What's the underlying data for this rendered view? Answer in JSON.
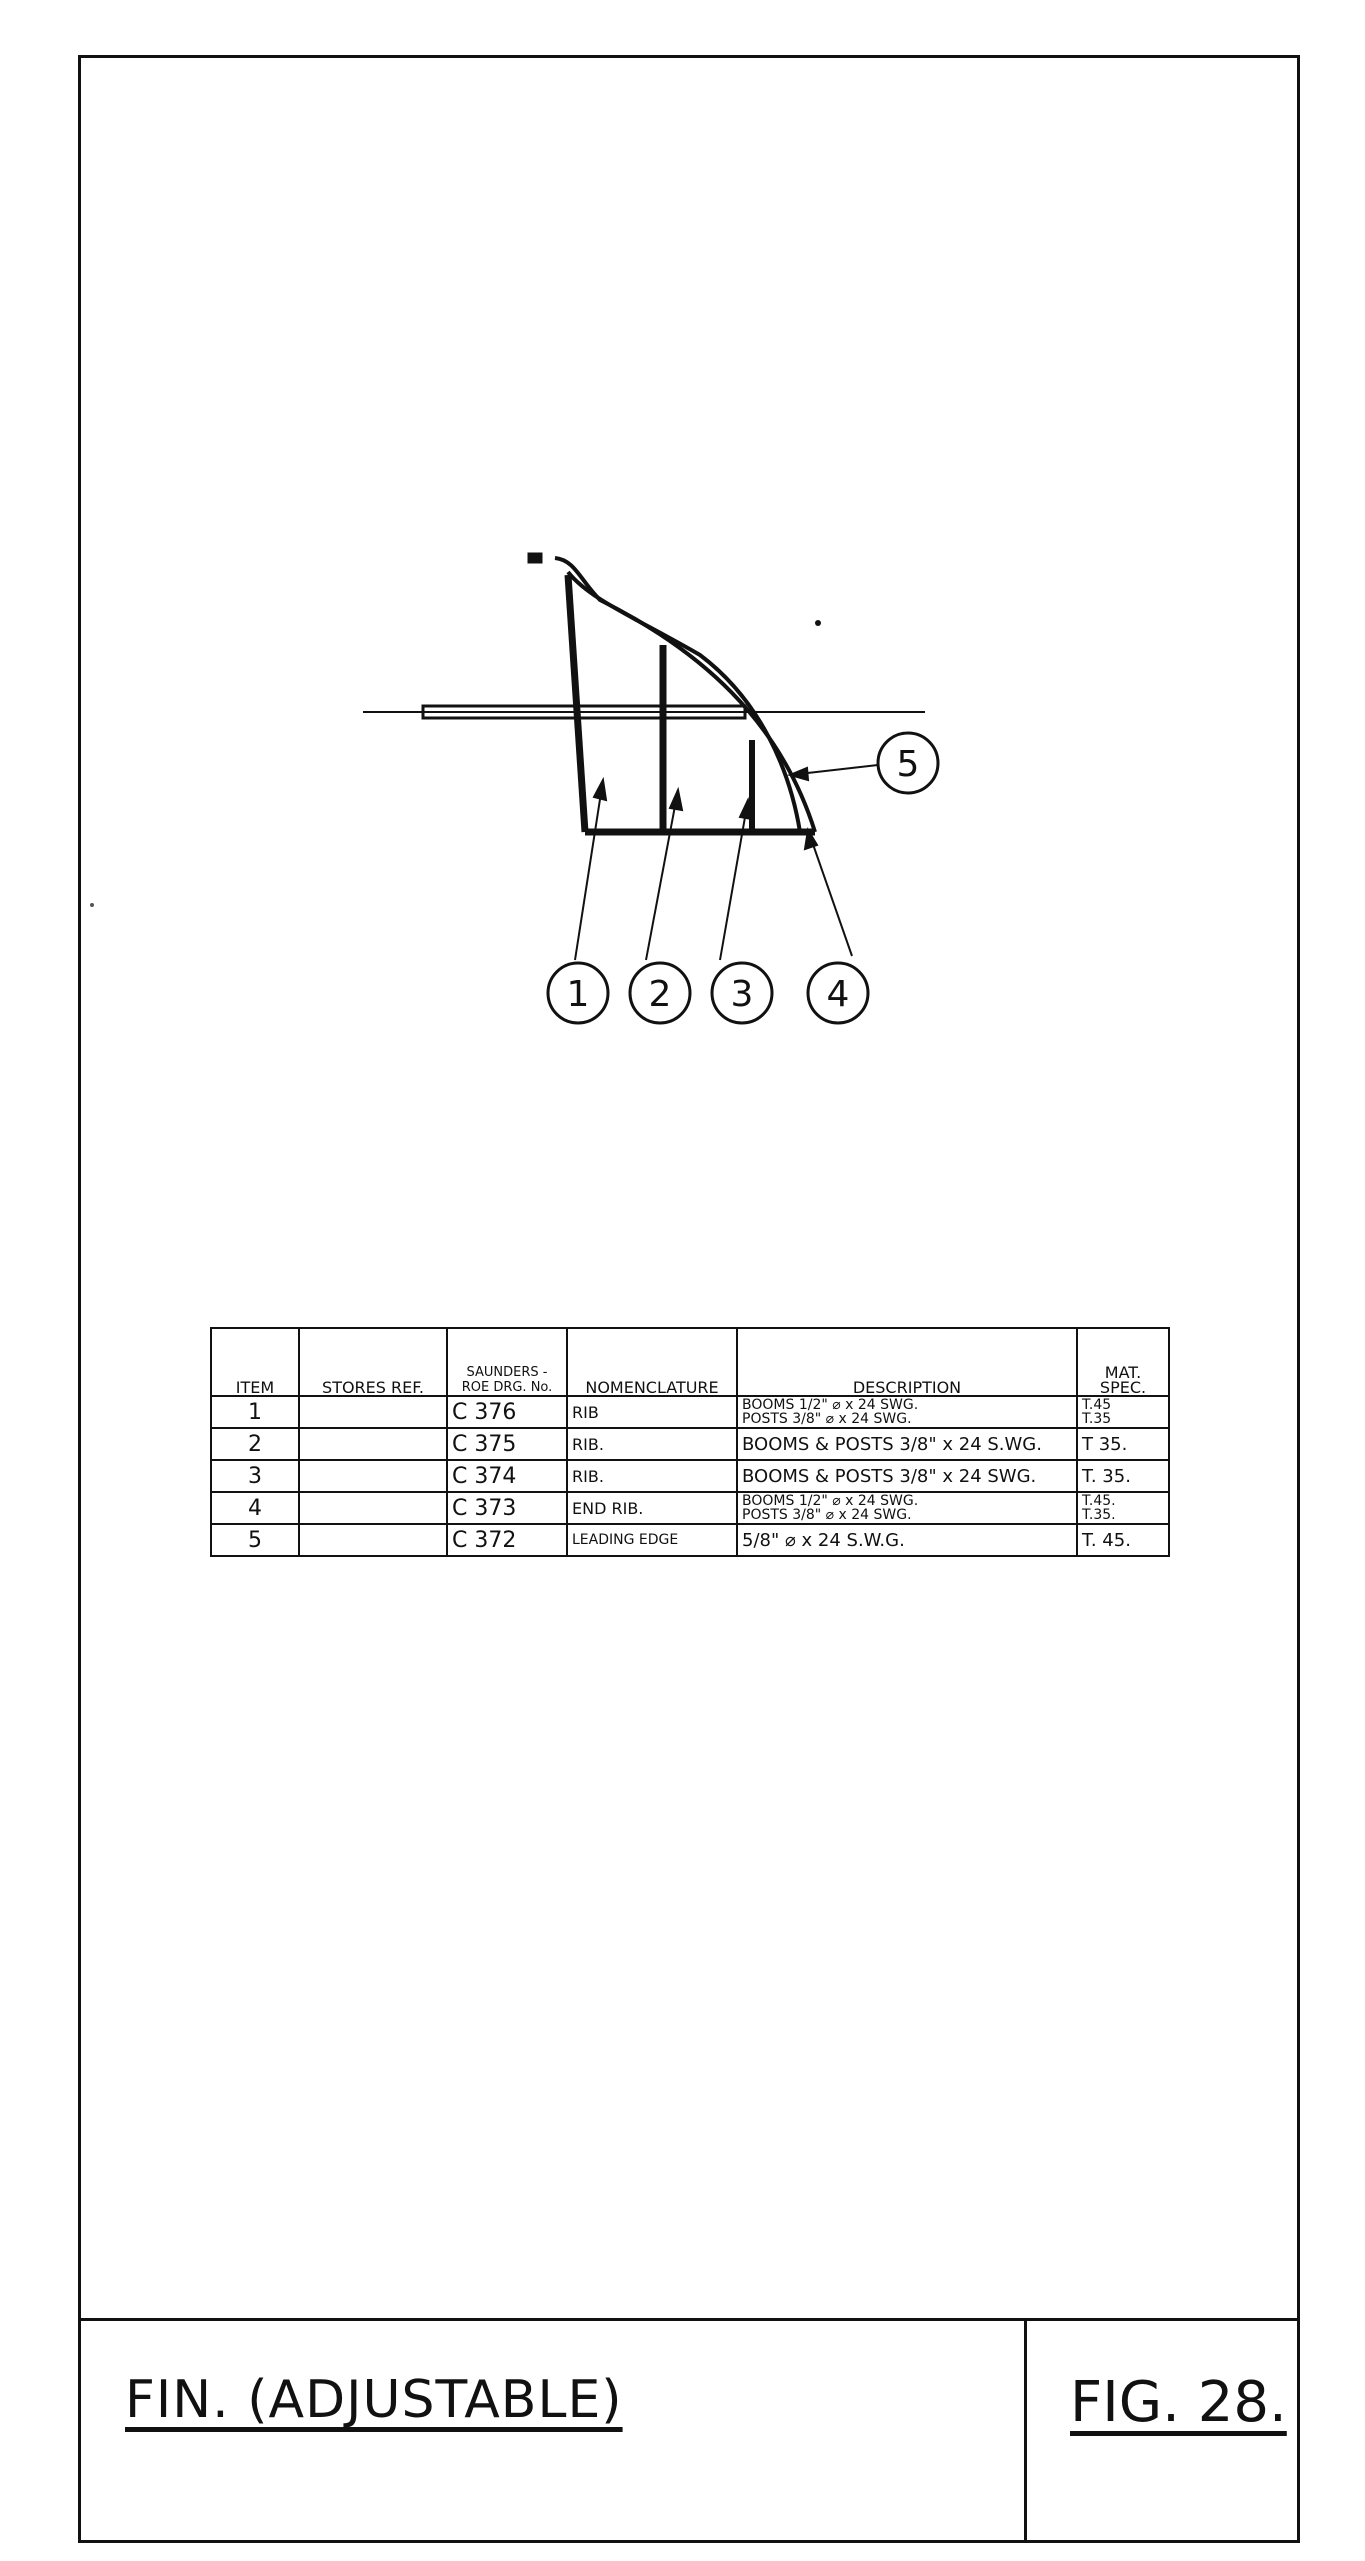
{
  "callouts": [
    "1",
    "2",
    "3",
    "4",
    "5"
  ],
  "table": {
    "headers": {
      "item": "ITEM",
      "stores_ref": "STORES REF.",
      "saunders_roe_drg_no": "SAUNDERS - ROE DRG. No.",
      "nomenclature": "NOMENCLATURE",
      "description": "DESCRIPTION",
      "mat_spec": "MAT. SPEC."
    },
    "rows": [
      {
        "item": "1",
        "stores_ref": "",
        "drg_no": "C 376",
        "nomenclature": "RIB",
        "description": [
          "BOOMS 1/2\" ⌀ x 24 SWG.",
          "POSTS 3/8\" ⌀ x 24 SWG."
        ],
        "mat_spec": [
          "T.45",
          "T.35"
        ]
      },
      {
        "item": "2",
        "stores_ref": "",
        "drg_no": "C 375",
        "nomenclature": "RIB.",
        "description": [
          "BOOMS & POSTS 3/8\" x 24 S.WG."
        ],
        "mat_spec": [
          "T 35."
        ]
      },
      {
        "item": "3",
        "stores_ref": "",
        "drg_no": "C 374",
        "nomenclature": "RIB.",
        "description": [
          "BOOMS & POSTS 3/8\" x 24 SWG."
        ],
        "mat_spec": [
          "T. 35."
        ]
      },
      {
        "item": "4",
        "stores_ref": "",
        "drg_no": "C 373",
        "nomenclature": "END RIB.",
        "description": [
          "BOOMS 1/2\" ⌀ x 24 SWG.",
          "POSTS 3/8\" ⌀ x 24 SWG."
        ],
        "mat_spec": [
          "T.45.",
          "T.35."
        ]
      },
      {
        "item": "5",
        "stores_ref": "",
        "drg_no": "C 372",
        "nomenclature": "LEADING EDGE",
        "description": [
          "5/8\" ⌀ x 24 S.W.G."
        ],
        "mat_spec": [
          "T. 45."
        ]
      }
    ]
  },
  "title": "FIN. (ADJUSTABLE)",
  "figure": "FIG. 28."
}
